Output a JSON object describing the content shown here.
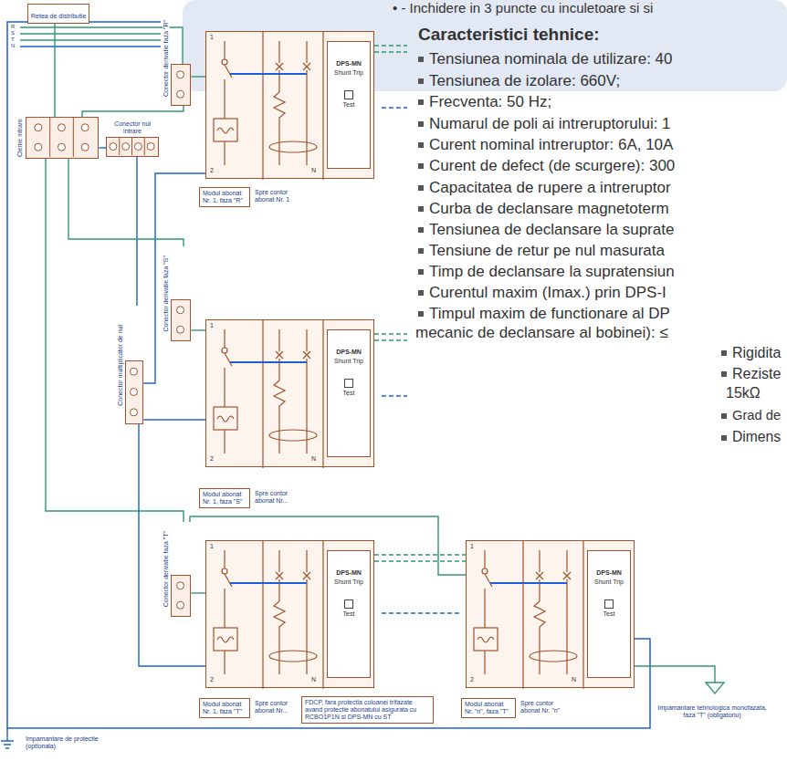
{
  "diagram": {
    "nodes": [
      {
        "text": [
          "Retea de distributie"
        ]
      },
      {
        "text": [
          "Cleme intrare"
        ]
      },
      {
        "text": [
          "Conector nul intrare"
        ]
      },
      {
        "text": [
          "Conector derivatie faza \"R\""
        ]
      },
      {
        "text": [
          "1",
          "2",
          "N"
        ]
      },
      {
        "text": [
          "DPS-MN",
          "Shunt Trip",
          "Test"
        ],
        "in": 4
      },
      {
        "text": [
          "Modul abonat Nr. 1, faza \"R\""
        ]
      },
      {
        "text": [
          "Conector derivatie faza \"S\""
        ]
      },
      {
        "text": [
          "Conector multiplicator de nul"
        ]
      },
      {
        "text": [
          "1",
          "2",
          "N"
        ]
      },
      {
        "text": [
          "DPS-MN",
          "Shunt Trip",
          "Test"
        ],
        "in": 9
      },
      {
        "text": [
          "Modul abonat Nr. 1, faza \"S\""
        ]
      },
      {
        "text": [
          "Conector derivatie faza \"T\""
        ]
      },
      {
        "text": [
          "1",
          "2",
          "N"
        ]
      },
      {
        "text": [
          "DPS-MN",
          "Shunt Trip",
          "Test"
        ],
        "in": 13
      },
      {
        "text": [
          "Modul abonat Nr. 1, faza \"T\""
        ]
      },
      {
        "text": [
          "FDCP, fara protectia coloanei trifazate avand protectie abonatului asigurata cu RCBO1P1N si DPS-MN cu ST"
        ]
      },
      {
        "text": [
          "1",
          "2",
          "N"
        ]
      },
      {
        "text": [
          "DPS-MN",
          "Shunt Trip",
          "Test"
        ],
        "in": 17
      },
      {
        "text": [
          "Modul abonat Nr. \"n\", faza \"T\""
        ]
      }
    ],
    "edges": [
      {
        "from": 0,
        "to": 1,
        "arrow": "none"
      },
      {
        "from": 1,
        "to": 2,
        "arrow": "none"
      },
      {
        "from": 1,
        "to": 3,
        "arrow": "none"
      },
      {
        "from": 3,
        "to": 4,
        "arrow": "none"
      },
      {
        "from": 2,
        "to": 8,
        "arrow": "none"
      },
      {
        "from": 8,
        "to": 4,
        "arrow": "none"
      },
      {
        "from": 1,
        "to": 7,
        "arrow": "none"
      },
      {
        "from": 7,
        "to": 9,
        "arrow": "none"
      },
      {
        "from": 8,
        "to": 9,
        "arrow": "none"
      },
      {
        "from": 1,
        "to": 12,
        "arrow": "none"
      },
      {
        "from": 12,
        "to": 13,
        "arrow": "none"
      },
      {
        "from": 8,
        "to": 13,
        "arrow": "none"
      },
      {
        "from": 12,
        "to": 17,
        "arrow": "none"
      }
    ],
    "labels": [
      "R",
      "S",
      "T",
      "N",
      "Spre contor abonat Nr. 1",
      "Spre contor abonat Nr...",
      "Spre contor abonat Nr...",
      "Spre contor abonat Nr. \"n\"",
      "Impamantare tehnologica monofazata, faza \"T\" (obligatoriu)",
      "Impamantare de protectie (optionala)",
      "• - Inchidere in 3 puncte cu inculetoare si si",
      "Caracteristici tehnice:",
      "Tensiunea nominala de utilizare: 40",
      "Tensiunea de izolare: 660V;",
      "Frecventa: 50 Hz;",
      "Numarul de poli ai intreruptorului: 1",
      "Curent nominal intreruptor: 6A, 10A",
      "Curent de defect (de scurgere): 300",
      "Capacitatea de rupere a intreruptor",
      "Curba de declansare magnetoterm",
      "Tensiunea de declansare la suprate",
      "Tensiune de retur pe nul masurata",
      "Timp de declansare la supratensiun",
      "Curentul maxim (Imax.) prin DPS-I",
      "Timpul maxim de functionare al DP",
      "mecanic de declansare al bobinei): ≤",
      "Rigidita",
      "Reziste",
      "15kΩ",
      "Grad de",
      "Dimens"
    ]
  }
}
